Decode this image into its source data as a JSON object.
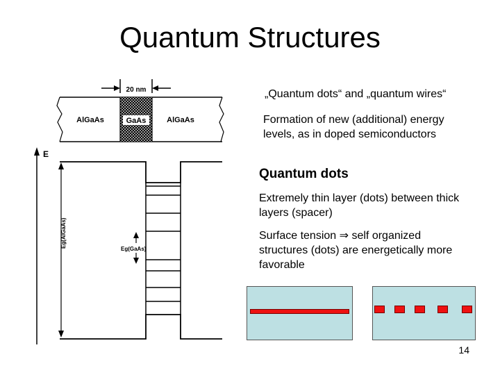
{
  "slide": {
    "title": "Quantum Structures",
    "page_number": "14"
  },
  "diagram": {
    "width_label": "20 nm",
    "layers": [
      "AlGaAs",
      "GaAs",
      "AlGaAs"
    ],
    "axis_label": "E",
    "gap_large_label": "Eg(AlGaAs)",
    "gap_small_label": "Eg(GaAs)"
  },
  "text": {
    "line1": "„Quantum dots“ and „quantum wires“",
    "line2": "Formation of new (additional) energy levels, as in doped semiconductors",
    "heading": "Quantum dots",
    "para1": "Extremely thin layer (dots) between thick layers (spacer)",
    "para2": "Surface tension ⇒ self organized structures (dots) are energetically more favorable"
  },
  "colors": {
    "substrate": "#bde0e3",
    "layer": "#e11111"
  }
}
